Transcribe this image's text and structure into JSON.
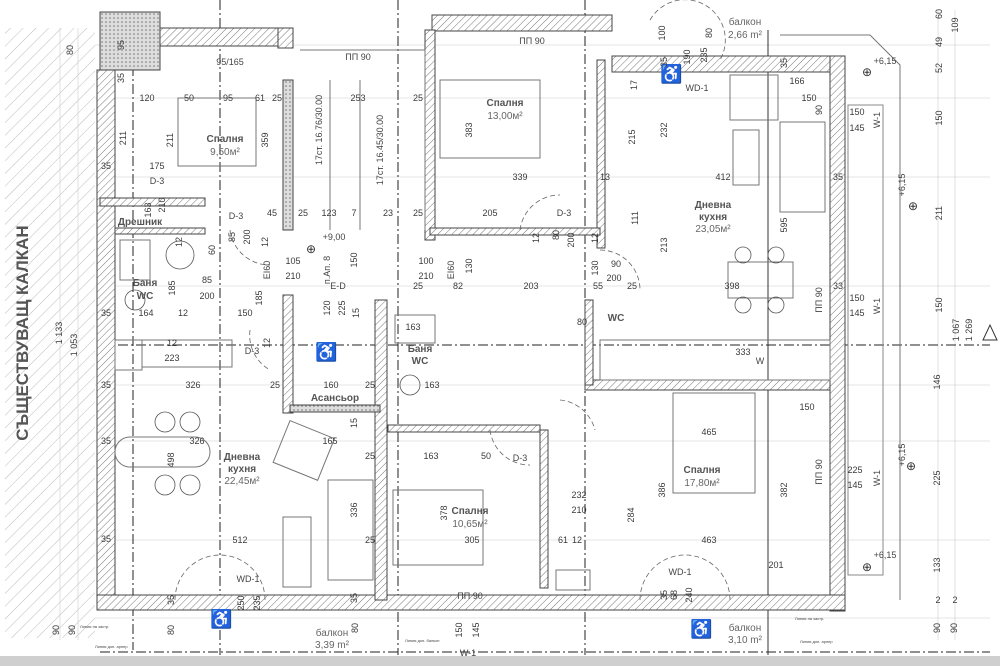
{
  "side_label": "СЪЩЕСТВУВАЩ КАЛКАН",
  "rooms": [
    {
      "name": "Спалня",
      "area": "9,50м²"
    },
    {
      "name": "Спалня",
      "area": "13,00м²"
    },
    {
      "name": "Дневна",
      "name2": "кухня",
      "area": "23,05м²"
    },
    {
      "name": "Дневна",
      "name2": "кухня",
      "area": "22,45м²"
    },
    {
      "name": "Спалня",
      "area": "10,65м²"
    },
    {
      "name": "Спалня",
      "area": "17,80м²"
    },
    {
      "name": "Баня",
      "name2": "WC"
    },
    {
      "name": "Баня",
      "name2": "WC"
    },
    {
      "name": "WC"
    },
    {
      "name": "Дрешник"
    },
    {
      "name": "Асансьор"
    },
    {
      "name": "балкон",
      "area": "2,66 m²"
    },
    {
      "name": "балкон",
      "area": "3,39 m²"
    },
    {
      "name": "балкон",
      "area": "3,10 m²"
    }
  ],
  "tags": {
    "pp90": "ПП 90",
    "wd1": "WD-1",
    "d3": "D-3",
    "w1": "W-1",
    "e60": "EI60",
    "ed": "E-D",
    "stair1": "17ст. 16.76/30.00",
    "stair2": "17ст. 16.45/30.00",
    "lift": "п.Ап. 8",
    "elev_900": "+9,00",
    "elev_615": "+6,15",
    "window_box": "95/165",
    "w": "W"
  },
  "notes": {
    "build_line": "Линия на застр.",
    "bay_line": "Линия доп. арнер",
    "balcony_line": "Линия доп. балкон"
  },
  "dims": [
    "80",
    "95",
    "35",
    "120",
    "50",
    "95",
    "61",
    "25",
    "253",
    "25",
    "211",
    "211",
    "359",
    "383",
    "35",
    "175",
    "163",
    "210",
    "45",
    "25",
    "123",
    "7",
    "23",
    "25",
    "205",
    "85",
    "200",
    "12",
    "12",
    "60",
    "105",
    "210",
    "100",
    "210",
    "150",
    "130",
    "85",
    "200",
    "185",
    "185",
    "25",
    "82",
    "35",
    "164",
    "12",
    "150",
    "120",
    "225",
    "15",
    "163",
    "1 133",
    "1 053",
    "60",
    "109",
    "49",
    "52",
    "35",
    "190",
    "235",
    "35",
    "100",
    "80",
    "17",
    "166",
    "150",
    "90",
    "150",
    "145",
    "150",
    "232",
    "215",
    "339",
    "13",
    "412",
    "35",
    "595",
    "211",
    "80",
    "200",
    "12",
    "12",
    "111",
    "213",
    "90",
    "200",
    "130",
    "203",
    "55",
    "25",
    "398",
    "33",
    "150",
    "145",
    "150",
    "80",
    "12",
    "223",
    "35",
    "326",
    "25",
    "160",
    "25",
    "163",
    "12",
    "15",
    "35",
    "326",
    "165",
    "498",
    "25",
    "163",
    "50",
    "336",
    "378",
    "35",
    "512",
    "25",
    "305",
    "250",
    "235",
    "35",
    "35",
    "90",
    "90",
    "80",
    "80",
    "150",
    "145",
    "333",
    "146",
    "150",
    "465",
    "225",
    "145",
    "225",
    "386",
    "382",
    "284",
    "232",
    "210",
    "61",
    "12",
    "463",
    "201",
    "133",
    "35",
    "68",
    "240",
    "90",
    "90",
    "2",
    "2",
    "1 067",
    "1 269"
  ]
}
